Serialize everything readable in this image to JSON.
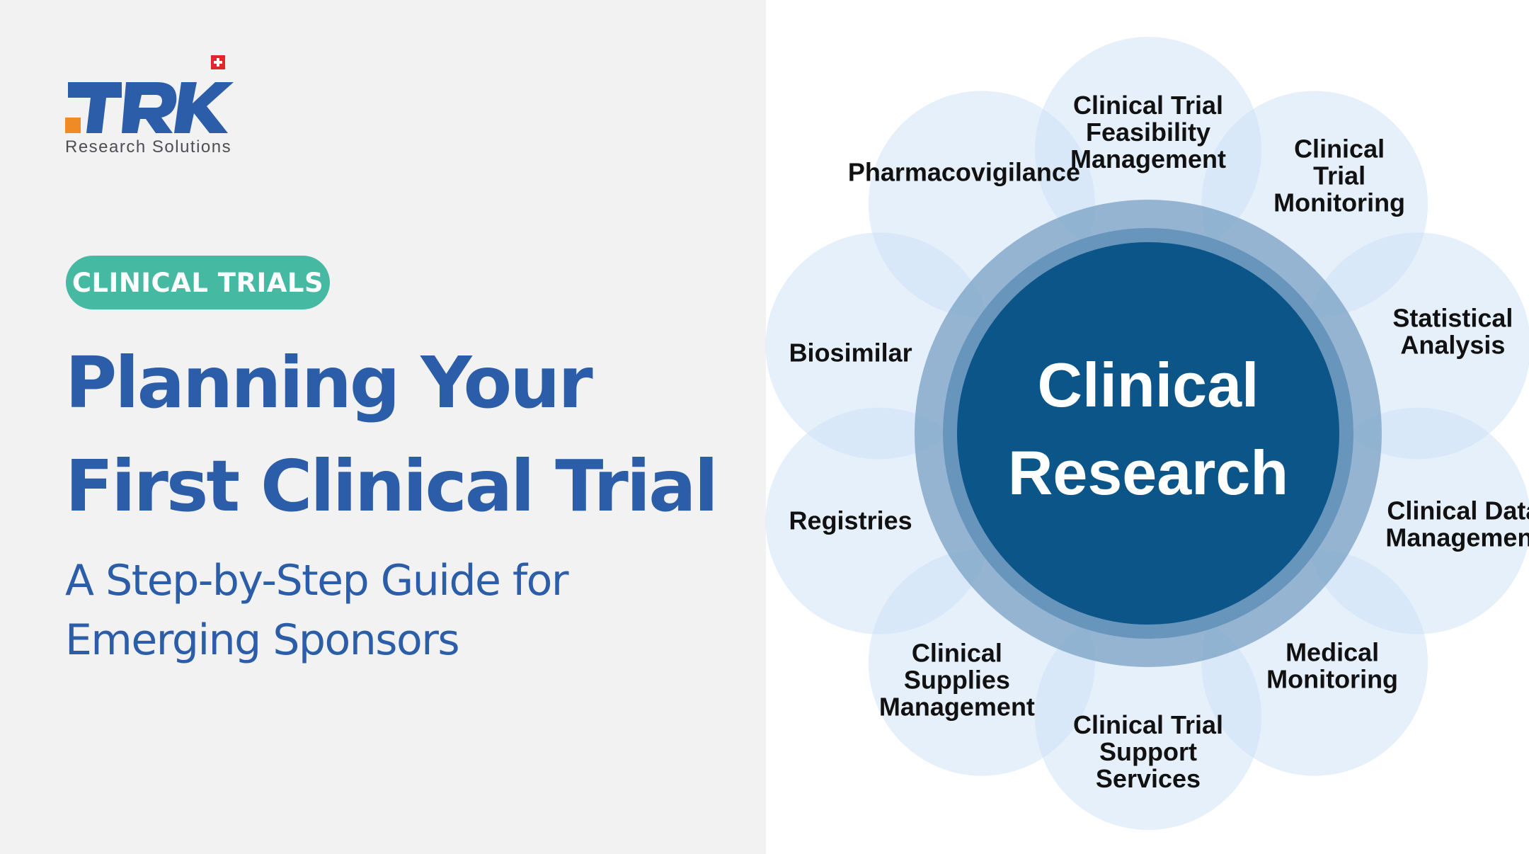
{
  "brand": {
    "logo_text": "TRK",
    "subtitle": "Research Solutions",
    "flag_icon": "swiss-flag-icon",
    "colors": {
      "blue": "#2b5da8",
      "orange": "#f08a24",
      "red": "#e3262b"
    }
  },
  "badge": {
    "label": "CLINICAL TRIALS",
    "color": "#46b9a2"
  },
  "title": {
    "line1": "Planning Your",
    "line2": "First Clinical Trial"
  },
  "subtitle": {
    "line1": "A Step-by-Step Guide for",
    "line2": "Emerging Sponsors"
  },
  "diagram": {
    "center": {
      "line1": "Clinical",
      "line2": "Research",
      "color": "#0b5588"
    },
    "petals": [
      {
        "lines": [
          "Clinical Trial",
          "Feasibility",
          "Management"
        ]
      },
      {
        "lines": [
          "Clinical",
          "Trial",
          "Monitoring"
        ]
      },
      {
        "lines": [
          "Statistical",
          "Analysis"
        ]
      },
      {
        "lines": [
          "Clinical Data",
          "Management"
        ]
      },
      {
        "lines": [
          "Medical",
          "Monitoring"
        ]
      },
      {
        "lines": [
          "Clinical Trial",
          "Support",
          "Services"
        ]
      },
      {
        "lines": [
          "Clinical",
          "Supplies",
          "Management"
        ]
      },
      {
        "lines": [
          "Registries"
        ]
      },
      {
        "lines": [
          "Biosimilar"
        ]
      },
      {
        "lines": [
          "Pharmacovigilance"
        ]
      }
    ]
  }
}
